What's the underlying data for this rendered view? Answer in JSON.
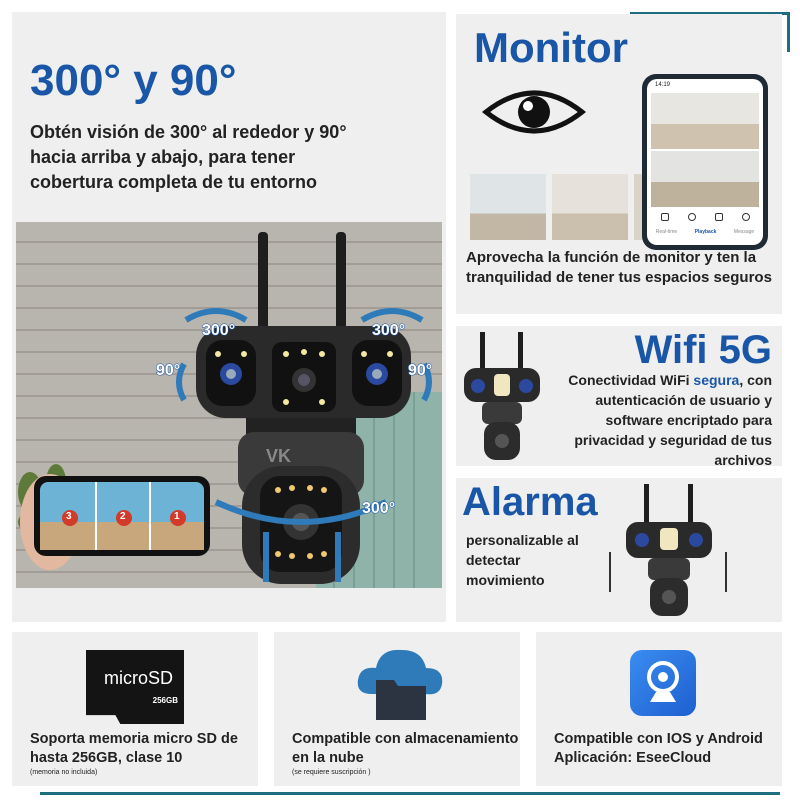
{
  "main": {
    "title": "300° y 90°",
    "description": "Obtén visión de 300° al rededor y 90° hacia arriba y abajo, para tener cobertura completa de tu entorno",
    "labels": {
      "deg300_left": "300°",
      "deg300_right": "300°",
      "deg90_left": "90°",
      "deg90_right": "90°",
      "deg300_bottom": "300°"
    },
    "phone_markers": [
      "3",
      "2",
      "1"
    ]
  },
  "monitor": {
    "title": "Monitor",
    "description": "Aprovecha la función de monitor y ten la tranquilidad de tener tus espacios seguros",
    "phone_time": "14:19",
    "phone_tabs": [
      "Real-time",
      "Playback",
      "Message"
    ]
  },
  "wifi": {
    "title": "Wifi 5G",
    "desc_prefix": "Conectividad WiFi ",
    "desc_highlight": "segura",
    "desc_suffix": ", con autenticación de usuario y software encriptado para privacidad y seguridad de tus archivos"
  },
  "alarm": {
    "title": "Alarma",
    "description": "personalizable al detectar movimiento"
  },
  "storage": {
    "card_brand": "microSD",
    "card_capacity": "256GB",
    "label": "Soporta memoria micro SD de hasta 256GB, clase 10",
    "note": "(memoria no incluida)"
  },
  "cloud": {
    "label": "Compatible con almacenamiento en la nube",
    "note": "(se requiere suscripción )"
  },
  "app": {
    "label": "Compatible con IOS y Android Aplicación: EseeCloud"
  },
  "logo_text": "VK",
  "colors": {
    "brand_blue": "#1a56a8",
    "accent_teal": "#1f6e80",
    "panel_bg": "#efefef"
  }
}
